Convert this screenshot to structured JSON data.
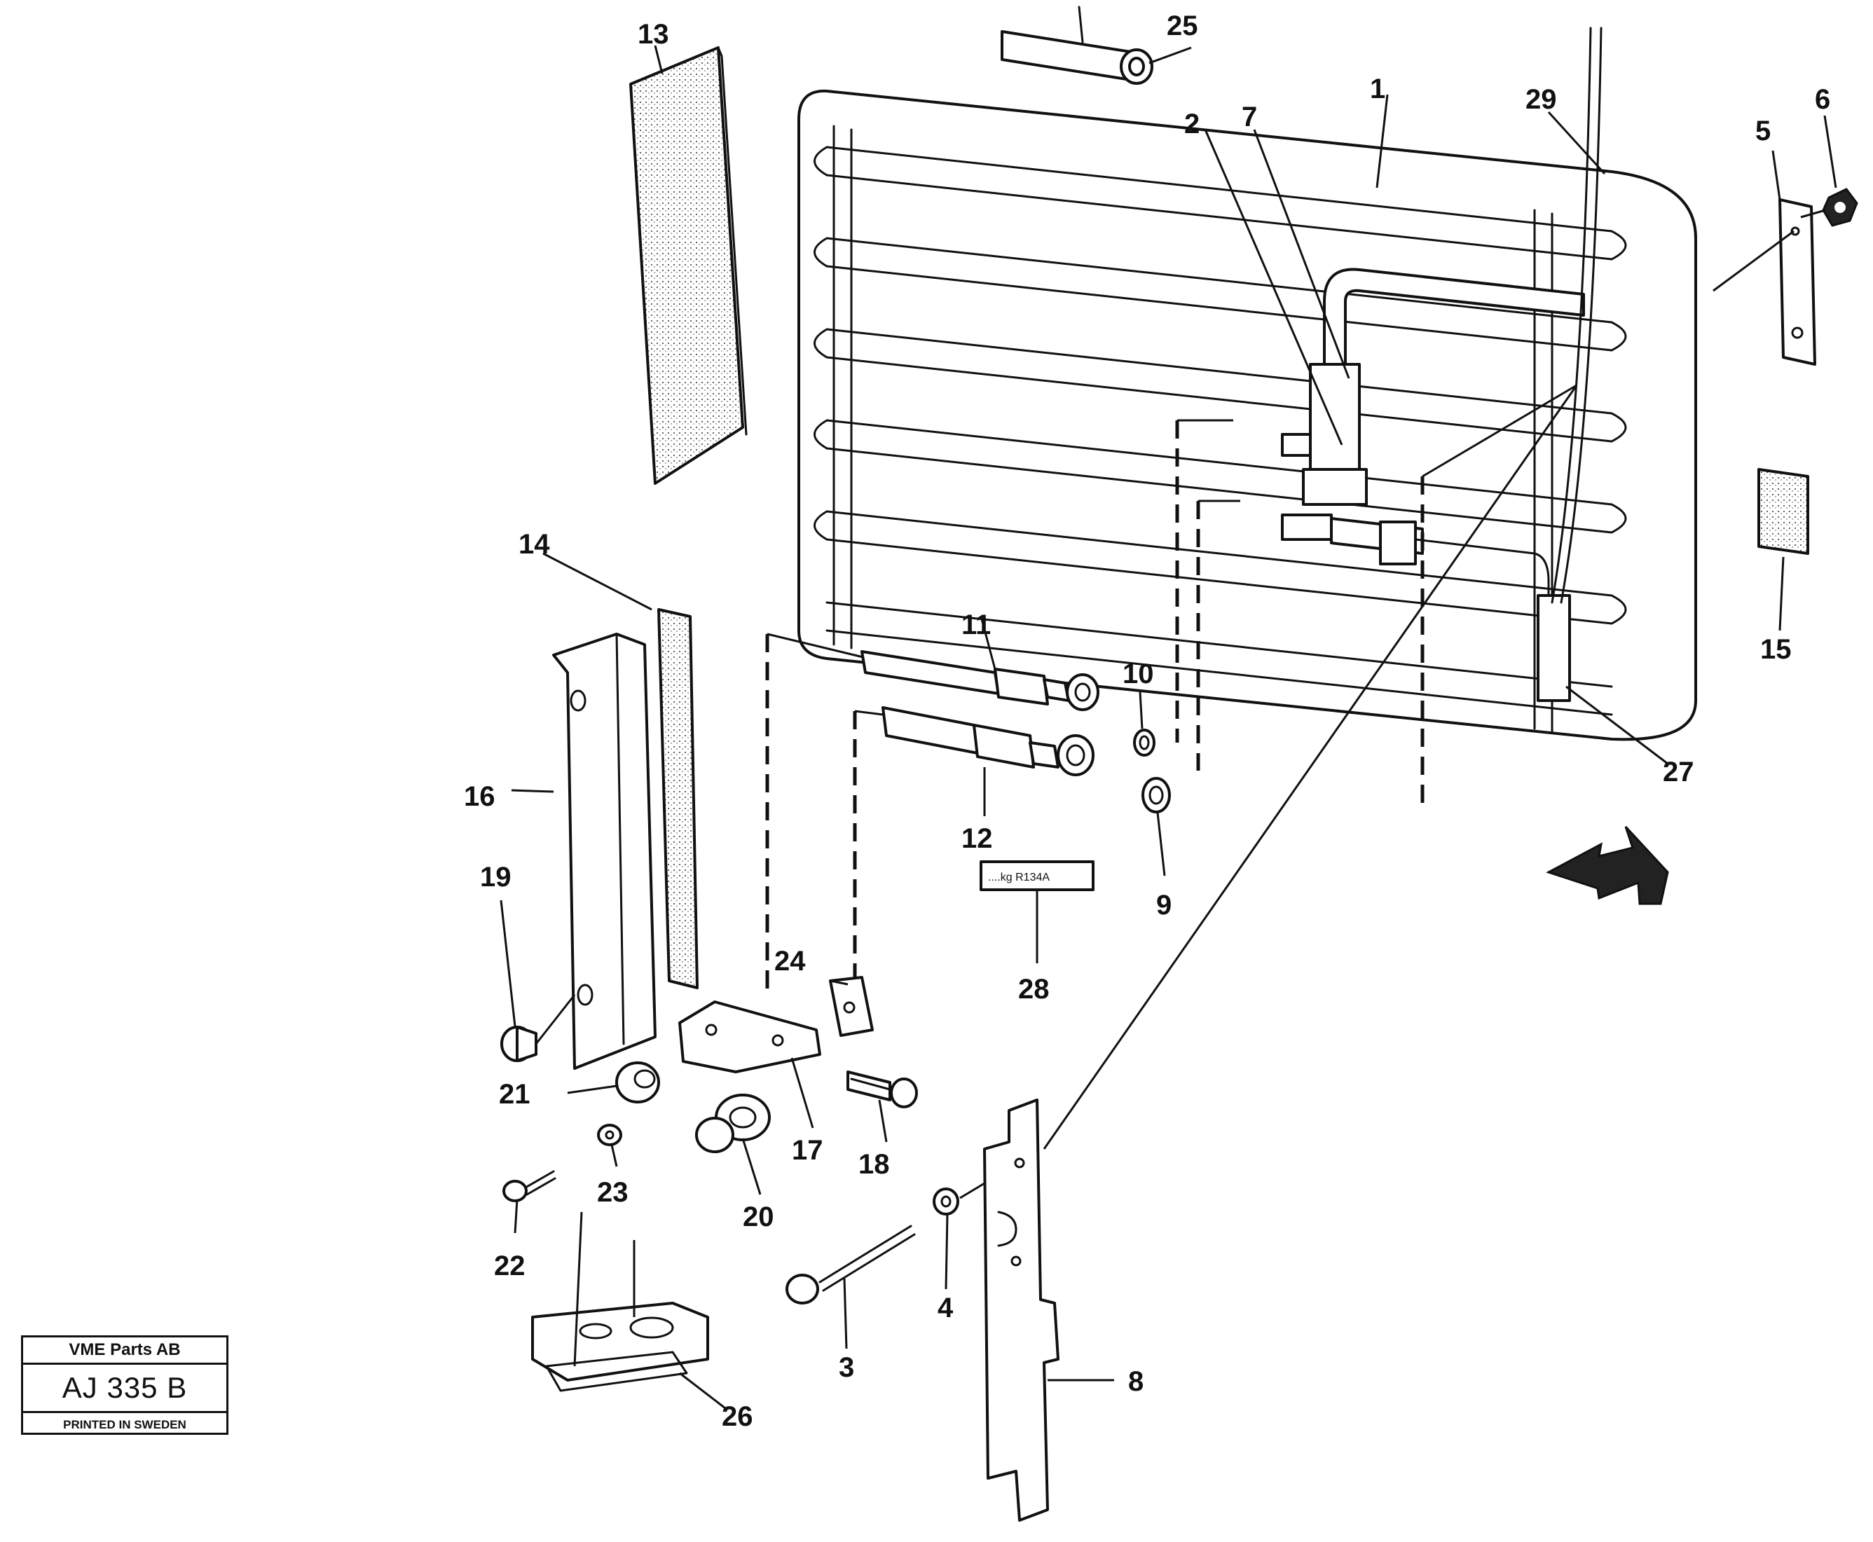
{
  "title_block": {
    "company": "VME Parts AB",
    "drawing_code": "AJ 335  B",
    "printed": "PRINTED IN SWEDEN"
  },
  "refrigerant_label": "....kg R134A",
  "callouts": [
    "1",
    "2",
    "3",
    "4",
    "5",
    "6",
    "7",
    "8",
    "9",
    "10",
    "11",
    "12",
    "13",
    "14",
    "15",
    "16",
    "17",
    "18",
    "19",
    "20",
    "21",
    "22",
    "23",
    "24",
    "25",
    "26",
    "27",
    "28",
    "29"
  ],
  "colors": {
    "ink": "#111111",
    "paper": "#ffffff"
  }
}
